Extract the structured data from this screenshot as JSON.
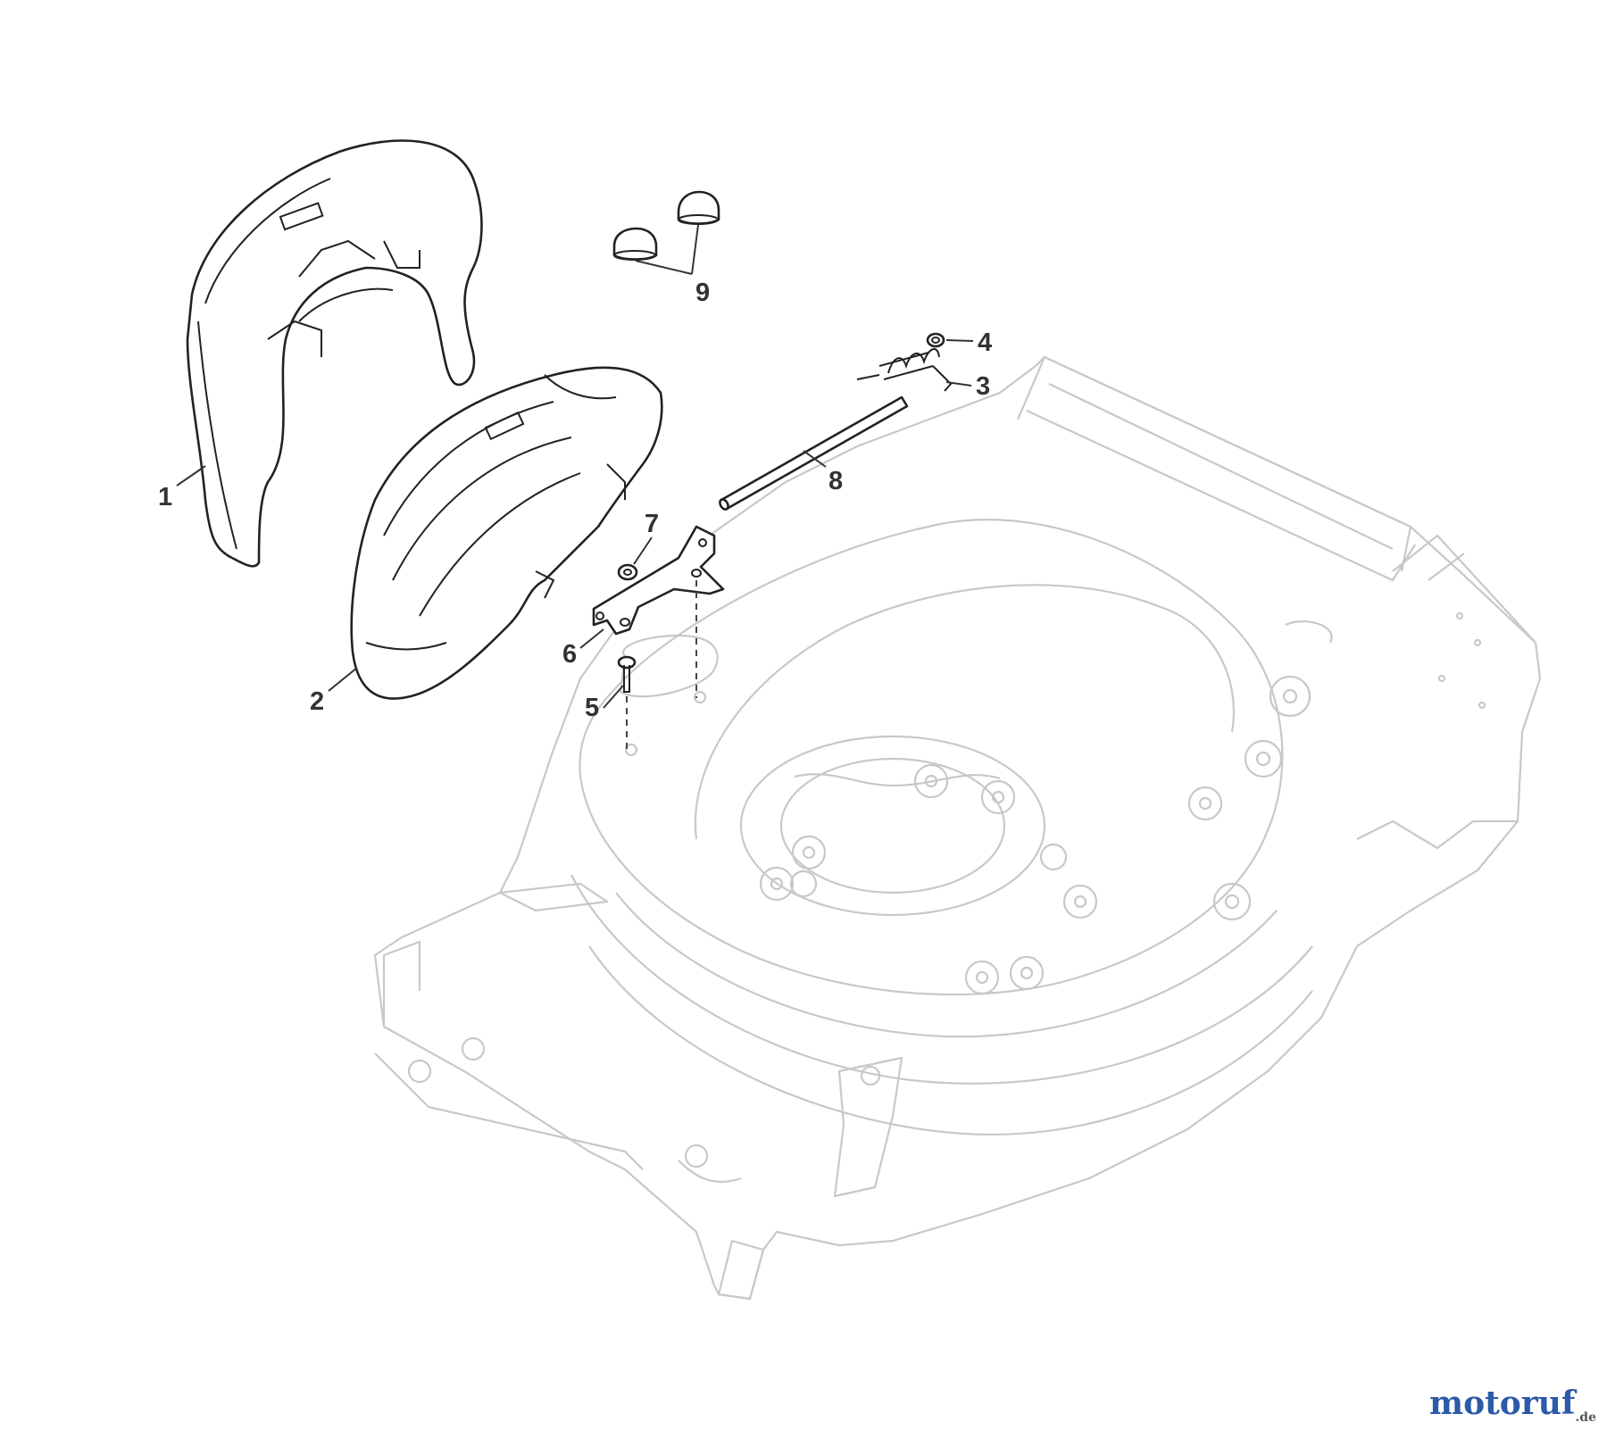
{
  "diagram": {
    "callouts": [
      {
        "id": "1",
        "label": "1"
      },
      {
        "id": "2",
        "label": "2"
      },
      {
        "id": "3",
        "label": "3"
      },
      {
        "id": "4",
        "label": "4"
      },
      {
        "id": "5",
        "label": "5"
      },
      {
        "id": "6",
        "label": "6"
      },
      {
        "id": "7",
        "label": "7"
      },
      {
        "id": "8",
        "label": "8"
      },
      {
        "id": "9",
        "label": "9"
      }
    ]
  },
  "watermark": {
    "brand": "motoruf",
    "suffix": ".de"
  },
  "colors": {
    "deck_line": "#c8c8c8",
    "part_line": "#222222",
    "callout_text": "#333333"
  }
}
